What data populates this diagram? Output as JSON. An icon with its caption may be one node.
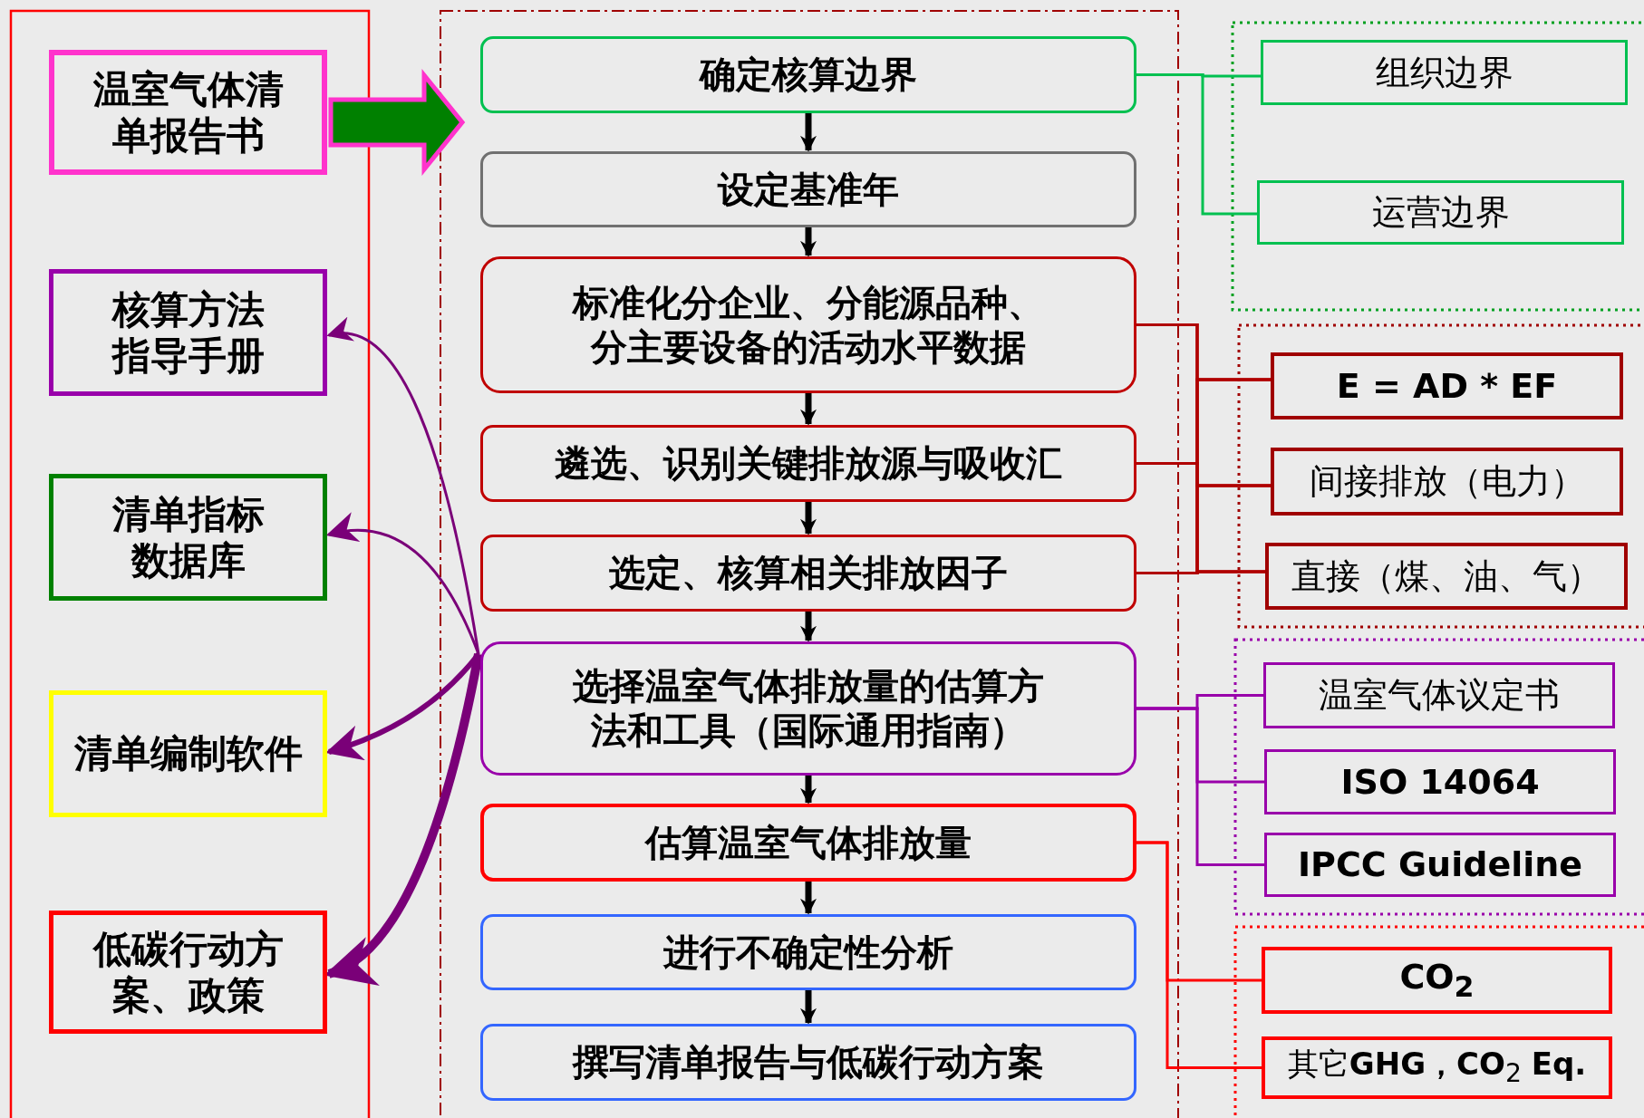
{
  "diagram": {
    "nodes": [
      {
        "text": [
          "温室气体清单报告书"
        ]
      },
      {
        "text": [
          "核算方法指导手册"
        ]
      },
      {
        "text": [
          "清单指标数据库"
        ]
      },
      {
        "text": [
          "清单编制软件"
        ]
      },
      {
        "text": [
          "低碳行动方案、政策"
        ]
      },
      {
        "text": [
          "确定核算边界"
        ]
      },
      {
        "text": [
          "设定基准年"
        ]
      },
      {
        "text": [
          "标准化分企业、分能源品种、分主要设备的活动水平数据"
        ]
      },
      {
        "text": [
          "遴选、识别关键排放源与吸收汇"
        ]
      },
      {
        "text": [
          "选定、核算相关排放因子"
        ]
      },
      {
        "text": [
          "选择温室气体排放量的估算方法和工具（国际通用指南）"
        ]
      },
      {
        "text": [
          "估算温室气体排放量"
        ]
      },
      {
        "text": [
          "进行不确定性分析"
        ]
      },
      {
        "text": [
          "撰写清单报告与低碳行动方案"
        ]
      },
      {
        "text": [
          "组织边界"
        ]
      },
      {
        "text": [
          "运营边界"
        ]
      },
      {
        "text": [
          "E = AD * EF"
        ]
      },
      {
        "text": [
          "间接排放（电力）"
        ]
      },
      {
        "text": [
          "直接（煤、油、气）"
        ]
      },
      {
        "text": [
          "温室气体议定书"
        ]
      },
      {
        "text": [
          "ISO 14064"
        ]
      },
      {
        "text": [
          "IPCC Guideline"
        ]
      },
      {
        "text": [
          "CO$_{2}$"
        ]
      },
      {
        "text": [
          "其它**GHG，CO**$_{2}$ **Eq.**"
        ]
      }
    ],
    "edges": [
      {
        "from": 0,
        "to": 5,
        "arrow": "to",
        "style": "thick",
        "color": "#008000"
      },
      {
        "from": 5,
        "to": 6,
        "arrow": "to",
        "style": "thick",
        "color": "#000000"
      },
      {
        "from": 6,
        "to": 7,
        "arrow": "to",
        "style": "thick",
        "color": "#000000"
      },
      {
        "from": 7,
        "to": 8,
        "arrow": "to",
        "style": "thick",
        "color": "#000000"
      },
      {
        "from": 8,
        "to": 9,
        "arrow": "to",
        "style": "thick",
        "color": "#000000"
      },
      {
        "from": 9,
        "to": 10,
        "arrow": "to",
        "style": "thick",
        "color": "#000000"
      },
      {
        "from": 10,
        "to": 11,
        "arrow": "to",
        "style": "thick",
        "color": "#000000"
      },
      {
        "from": 11,
        "to": 12,
        "arrow": "to",
        "style": "thick",
        "color": "#000000"
      },
      {
        "from": 12,
        "to": 13,
        "arrow": "to",
        "style": "thick",
        "color": "#000000"
      },
      {
        "from": 5,
        "to": 14,
        "arrow": "none",
        "color": "#00c050"
      },
      {
        "from": 5,
        "to": 15,
        "arrow": "none",
        "color": "#00c050"
      },
      {
        "from": 7,
        "to": 16,
        "arrow": "none",
        "color": "#b00000"
      },
      {
        "from": 7,
        "to": 17,
        "arrow": "none",
        "color": "#b00000"
      },
      {
        "from": 7,
        "to": 18,
        "arrow": "none",
        "color": "#b00000"
      },
      {
        "from": 8,
        "to": 16,
        "arrow": "none",
        "color": "#b00000"
      },
      {
        "from": 8,
        "to": 17,
        "arrow": "none",
        "color": "#b00000"
      },
      {
        "from": 8,
        "to": 18,
        "arrow": "none",
        "color": "#b00000"
      },
      {
        "from": 9,
        "to": 16,
        "arrow": "none",
        "color": "#b00000"
      },
      {
        "from": 9,
        "to": 17,
        "arrow": "none",
        "color": "#b00000"
      },
      {
        "from": 9,
        "to": 18,
        "arrow": "none",
        "color": "#b00000"
      },
      {
        "from": 10,
        "to": 19,
        "arrow": "none",
        "color": "#9900aa"
      },
      {
        "from": 10,
        "to": 20,
        "arrow": "none",
        "color": "#9900aa"
      },
      {
        "from": 10,
        "to": 21,
        "arrow": "none",
        "color": "#9900aa"
      },
      {
        "from": 11,
        "to": 22,
        "arrow": "none",
        "color": "#ff0000"
      },
      {
        "from": 11,
        "to": 23,
        "arrow": "none",
        "color": "#ff0000"
      },
      {
        "from": 10,
        "to": 1,
        "arrow": "to",
        "color": "#7a0078"
      },
      {
        "from": 10,
        "to": 2,
        "arrow": "to",
        "color": "#7a0078"
      },
      {
        "from": 10,
        "to": 3,
        "arrow": "to",
        "style": "thick",
        "color": "#7a0078"
      },
      {
        "from": 10,
        "to": 4,
        "arrow": "to",
        "style": "thick",
        "color": "#7a0078"
      }
    ]
  }
}
